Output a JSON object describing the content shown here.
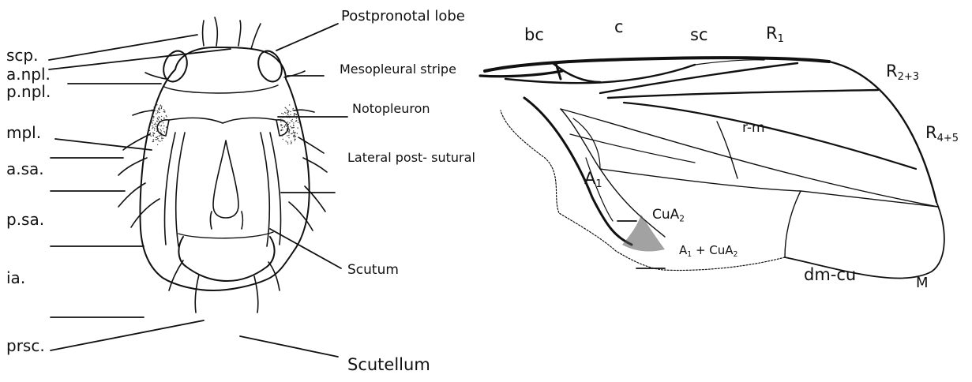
{
  "thorax": {
    "left_labels": {
      "scp": "scp.",
      "anpl": "a.npl.",
      "pnpl": "p.npl.",
      "mpl": "mpl.",
      "asa": "a.sa.",
      "psa": "p.sa.",
      "ia": "ia.",
      "prsc": "prsc."
    },
    "right_labels": {
      "postpronotal": "Postpronotal lobe",
      "mesopleural": "Mesopleural stripe",
      "notopleuron": "Notopleuron",
      "lateral_post_sutural": "Lateral post- sutural",
      "scutum": "Scutum",
      "scutellum": "Scutellum"
    }
  },
  "wing": {
    "labels": {
      "bc": "bc",
      "c": "c",
      "sc": "sc",
      "R1": {
        "base": "R",
        "sub": "1"
      },
      "R23": {
        "base": "R",
        "sub": "2+3"
      },
      "R45": {
        "base": "R",
        "sub": "4+5"
      },
      "rm": "r-m",
      "A1": {
        "base": "A",
        "sub": "1"
      },
      "CuA2": {
        "base": "CuA",
        "sub": "2"
      },
      "A1CuA2": {
        "base1": "A",
        "sub1": "1",
        "mid": " + CuA",
        "sub2": "2"
      },
      "dmcu": "dm-cu",
      "M": "M"
    }
  }
}
